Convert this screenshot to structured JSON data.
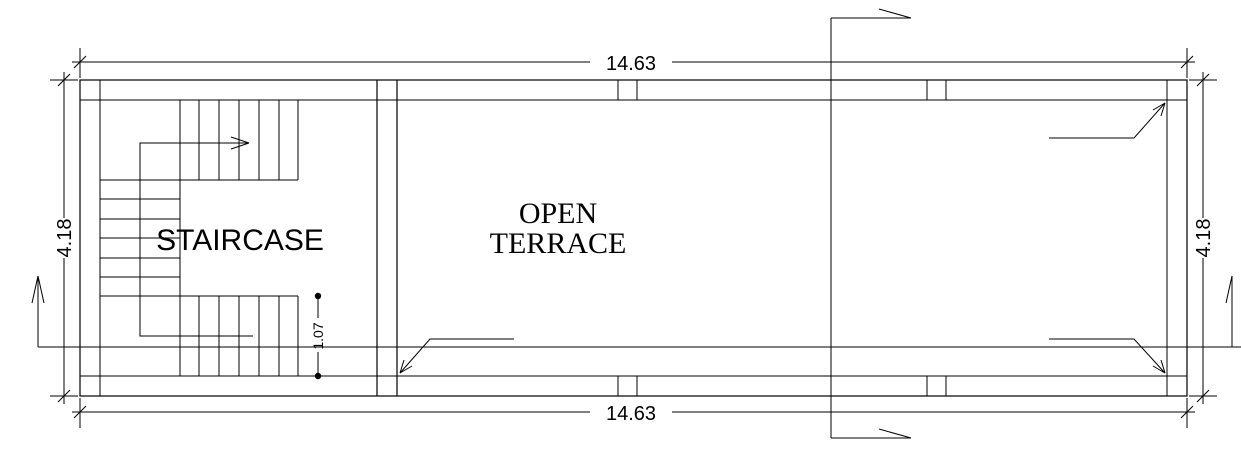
{
  "dimensions": {
    "top_length": "14.63",
    "bottom_length": "14.63",
    "left_width": "4.18",
    "right_width": "4.18",
    "stair_landing": "1.07"
  },
  "labels": {
    "staircase": "STAIRCASE",
    "terrace_line1": "OPEN",
    "terrace_line2": "TERRACE"
  }
}
